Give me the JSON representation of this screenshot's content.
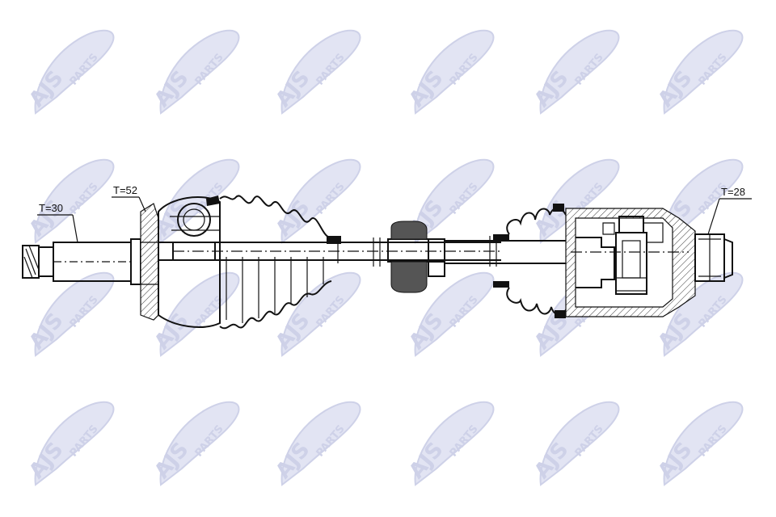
{
  "watermark": {
    "brand": "AJS",
    "suffix": "PARTS",
    "color": "#c9cde6"
  },
  "diagram": {
    "labels": {
      "left_spline": "T=30",
      "abs_ring": "T=52",
      "right_spline": "T=28"
    },
    "line_color": "#111111",
    "background": "#ffffff"
  }
}
